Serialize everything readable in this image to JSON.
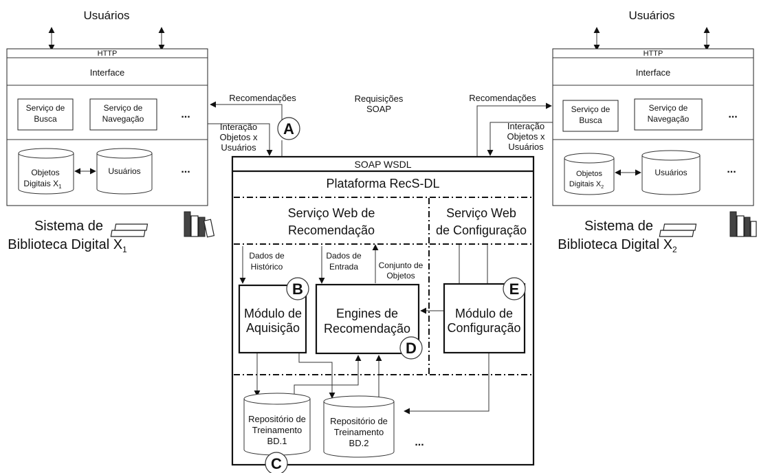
{
  "left_library": {
    "users": "Usuários",
    "http": "HTTP",
    "interface": "Interface",
    "search_service": [
      "Serviço de",
      "Busca"
    ],
    "navigation_service": [
      "Serviço de",
      "Navegação"
    ],
    "ellipsis_services": "...",
    "digital_objects": [
      "Objetos",
      "Digitais X",
      "1"
    ],
    "users_db": "Usuários",
    "ellipsis_dbs": "...",
    "system_name": [
      "Sistema de",
      "Biblioteca Digital X",
      "1"
    ]
  },
  "right_library": {
    "users": "Usuários",
    "http": "HTTP",
    "interface": "Interface",
    "search_service": [
      "Serviço de",
      "Busca"
    ],
    "navigation_service": [
      "Serviço de",
      "Navegação"
    ],
    "ellipsis_services": "...",
    "digital_objects": [
      "Objetos",
      "Digitais X",
      "2"
    ],
    "users_db": "Usuários",
    "ellipsis_dbs": "...",
    "system_name": [
      "Sistema de",
      "Biblioteca Digital X",
      "2"
    ]
  },
  "flows": {
    "recommendations_left": "Recomendações",
    "recommendations_right": "Recomendações",
    "interaction_left": [
      "Interação",
      "Objetos x",
      "Usuários"
    ],
    "interaction_right": [
      "Interação",
      "Objetos x",
      "Usuários"
    ],
    "soap_requests": [
      "Requisições",
      "SOAP"
    ]
  },
  "platform": {
    "soap_wsdl": "SOAP   WSDL",
    "title": "Plataforma RecS-DL",
    "rec_web_service": [
      "Serviço Web de",
      "Recomendação"
    ],
    "config_web_service": [
      "Serviço Web",
      "de Configuração"
    ],
    "history_data": [
      "Dados de",
      "Histórico"
    ],
    "input_data": [
      "Dados de",
      "Entrada"
    ],
    "object_set": [
      "Conjunto de",
      "Objetos"
    ],
    "acquisition_module": [
      "Módulo de",
      "Aquisição"
    ],
    "engines": [
      "Engines de",
      "Recomendação"
    ],
    "config_module": [
      "Módulo de",
      "Configuração"
    ],
    "repo1": [
      "Repositório de",
      "Treinamento",
      "BD.1"
    ],
    "repo2": [
      "Repositório de",
      "Treinamento",
      "BD.2"
    ],
    "repo_ellipsis": "..."
  },
  "badges": {
    "A": "A",
    "B": "B",
    "C": "C",
    "D": "D",
    "E": "E"
  }
}
